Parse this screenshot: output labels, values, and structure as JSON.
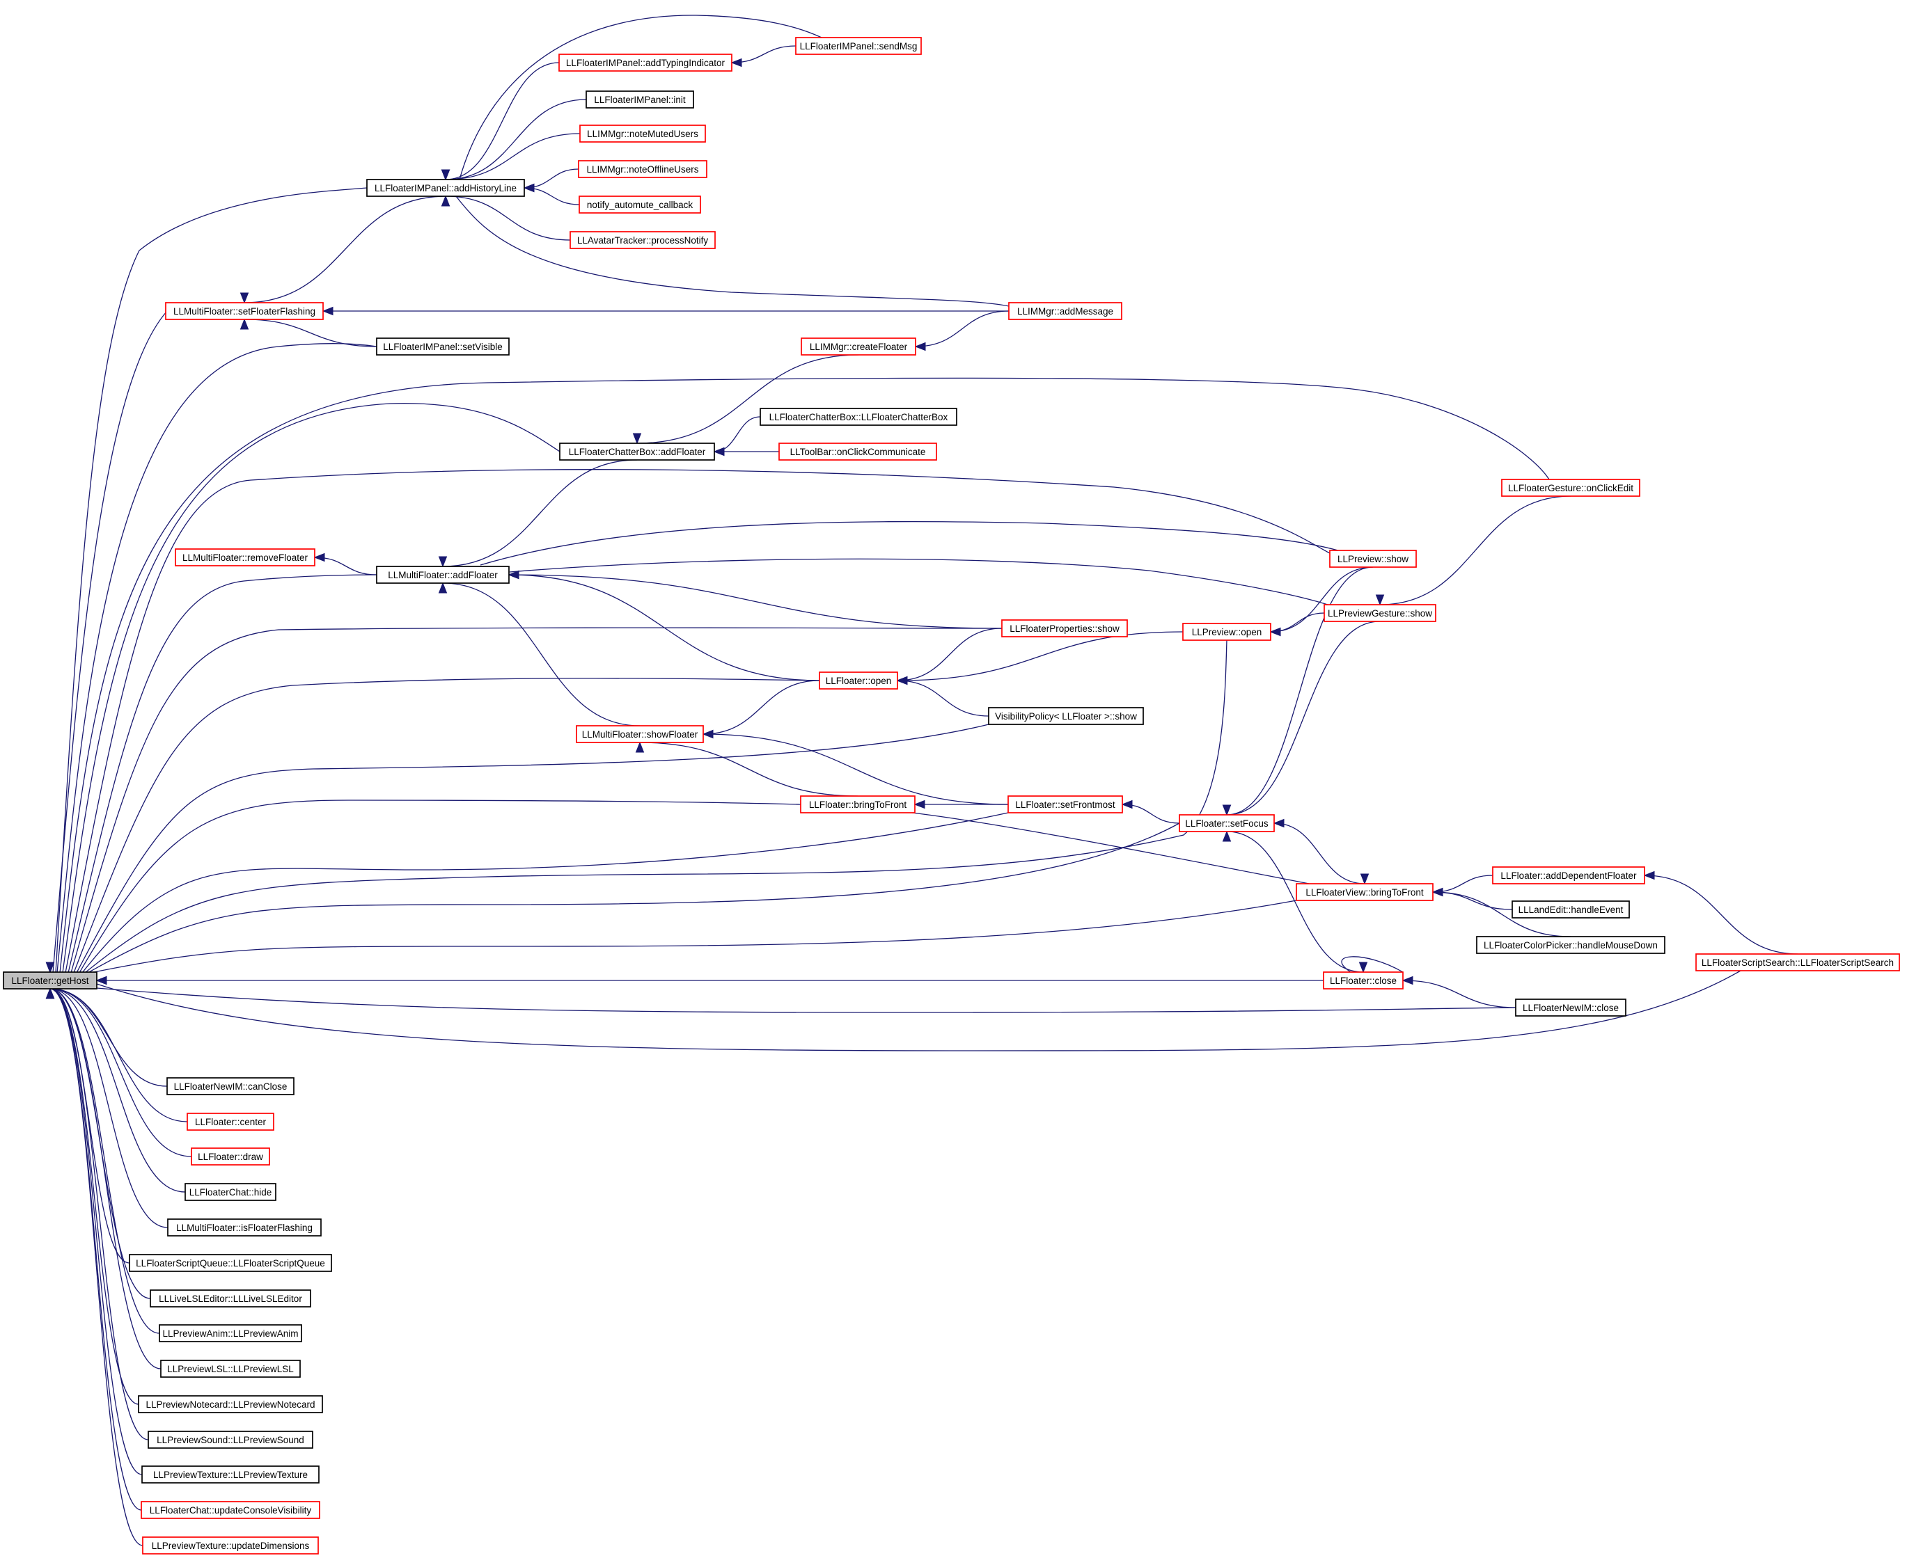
{
  "colors": {
    "edge": "#191970",
    "border_red": "#ff0000",
    "border_black": "#000000",
    "root_fill": "#bfbfbf"
  },
  "nodes": [
    {
      "id": "root",
      "label": "LLFloater::getHost",
      "border": "black",
      "root": true
    },
    {
      "id": "imAddHistory",
      "label": "LLFloaterIMPanel::addHistoryLine",
      "border": "black"
    },
    {
      "id": "imAddTyping",
      "label": "LLFloaterIMPanel::addTypingIndicator",
      "border": "red"
    },
    {
      "id": "imSendMsg",
      "label": "LLFloaterIMPanel::sendMsg",
      "border": "red"
    },
    {
      "id": "imInit",
      "label": "LLFloaterIMPanel::init",
      "border": "black"
    },
    {
      "id": "noteMuted",
      "label": "LLIMMgr::noteMutedUsers",
      "border": "red"
    },
    {
      "id": "noteOffline",
      "label": "LLIMMgr::noteOfflineUsers",
      "border": "red"
    },
    {
      "id": "automute",
      "label": "notify_automute_callback",
      "border": "red"
    },
    {
      "id": "processNotify",
      "label": "LLAvatarTracker::processNotify",
      "border": "red"
    },
    {
      "id": "mfSetFlashing",
      "label": "LLMultiFloater::setFloaterFlashing",
      "border": "red"
    },
    {
      "id": "imAddMessage",
      "label": "LLIMMgr::addMessage",
      "border": "red"
    },
    {
      "id": "imSetVisible",
      "label": "LLFloaterIMPanel::setVisible",
      "border": "black"
    },
    {
      "id": "imCreateFloater",
      "label": "LLIMMgr::createFloater",
      "border": "red"
    },
    {
      "id": "chatterCtor",
      "label": "LLFloaterChatterBox::LLFloaterChatterBox",
      "border": "black"
    },
    {
      "id": "chatterAdd",
      "label": "LLFloaterChatterBox::addFloater",
      "border": "black"
    },
    {
      "id": "toolbarComm",
      "label": "LLToolBar::onClickCommunicate",
      "border": "red"
    },
    {
      "id": "gestureEdit",
      "label": "LLFloaterGesture::onClickEdit",
      "border": "red"
    },
    {
      "id": "mfRemove",
      "label": "LLMultiFloater::removeFloater",
      "border": "red"
    },
    {
      "id": "mfAdd",
      "label": "LLMultiFloater::addFloater",
      "border": "black"
    },
    {
      "id": "previewShow",
      "label": "LLPreview::show",
      "border": "red"
    },
    {
      "id": "previewGestureShow",
      "label": "LLPreviewGesture::show",
      "border": "red"
    },
    {
      "id": "propsShow",
      "label": "LLFloaterProperties::show",
      "border": "red"
    },
    {
      "id": "previewOpen",
      "label": "LLPreview::open",
      "border": "red"
    },
    {
      "id": "floaterOpen",
      "label": "LLFloater::open",
      "border": "red"
    },
    {
      "id": "visPolicy",
      "label": "VisibilityPolicy< LLFloater >::show",
      "border": "black"
    },
    {
      "id": "mfShow",
      "label": "LLMultiFloater::showFloater",
      "border": "red"
    },
    {
      "id": "bringFront",
      "label": "LLFloater::bringToFront",
      "border": "red"
    },
    {
      "id": "setFrontmost",
      "label": "LLFloater::setFrontmost",
      "border": "red"
    },
    {
      "id": "setFocus",
      "label": "LLFloater::setFocus",
      "border": "red"
    },
    {
      "id": "addDependent",
      "label": "LLFloater::addDependentFloater",
      "border": "red"
    },
    {
      "id": "viewBringFront",
      "label": "LLFloaterView::bringToFront",
      "border": "red"
    },
    {
      "id": "landEdit",
      "label": "LLLandEdit::handleEvent",
      "border": "black"
    },
    {
      "id": "colorPicker",
      "label": "LLFloaterColorPicker::handleMouseDown",
      "border": "black"
    },
    {
      "id": "scriptSearch",
      "label": "LLFloaterScriptSearch::LLFloaterScriptSearch",
      "border": "red"
    },
    {
      "id": "floaterClose",
      "label": "LLFloater::close",
      "border": "red"
    },
    {
      "id": "newIMClose",
      "label": "LLFloaterNewIM::close",
      "border": "black"
    },
    {
      "id": "newIMCanClose",
      "label": "LLFloaterNewIM::canClose",
      "border": "black"
    },
    {
      "id": "center",
      "label": "LLFloater::center",
      "border": "red"
    },
    {
      "id": "draw",
      "label": "LLFloater::draw",
      "border": "red"
    },
    {
      "id": "chatHide",
      "label": "LLFloaterChat::hide",
      "border": "black"
    },
    {
      "id": "isFlashing",
      "label": "LLMultiFloater::isFloaterFlashing",
      "border": "black"
    },
    {
      "id": "scriptQueue",
      "label": "LLFloaterScriptQueue::LLFloaterScriptQueue",
      "border": "black"
    },
    {
      "id": "liveLSL",
      "label": "LLLiveLSLEditor::LLLiveLSLEditor",
      "border": "black"
    },
    {
      "id": "prevAnim",
      "label": "LLPreviewAnim::LLPreviewAnim",
      "border": "black"
    },
    {
      "id": "prevLSL",
      "label": "LLPreviewLSL::LLPreviewLSL",
      "border": "black"
    },
    {
      "id": "prevNotecard",
      "label": "LLPreviewNotecard::LLPreviewNotecard",
      "border": "black"
    },
    {
      "id": "prevSound",
      "label": "LLPreviewSound::LLPreviewSound",
      "border": "black"
    },
    {
      "id": "prevTexture",
      "label": "LLPreviewTexture::LLPreviewTexture",
      "border": "black"
    },
    {
      "id": "chatConsole",
      "label": "LLFloaterChat::updateConsoleVisibility",
      "border": "red"
    },
    {
      "id": "texDims",
      "label": "LLPreviewTexture::updateDimensions",
      "border": "red"
    }
  ]
}
